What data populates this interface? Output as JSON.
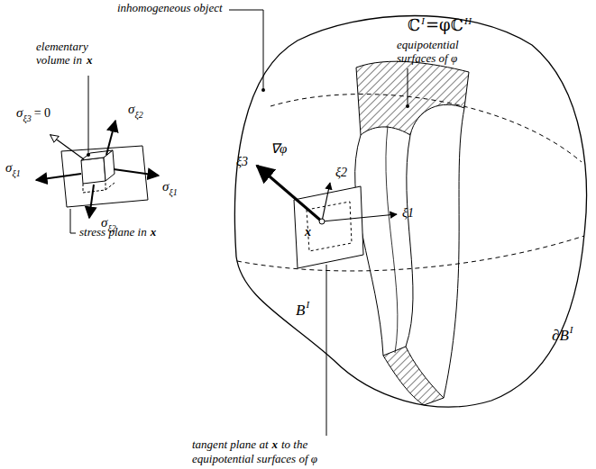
{
  "diagram": {
    "labels": [
      "inhomogeneous object",
      "ℂ",
      "I",
      "=φℂ",
      "H",
      "equipotential surfaces of φ",
      "elementary volume in",
      "x",
      "σ",
      "ξ3",
      "= 0",
      "σ",
      "ξ2",
      "σ",
      "ξ1",
      "σ",
      "ξ1",
      "σ",
      "ξ2",
      "stress plane in",
      "x",
      "∇φ",
      "ξ3",
      "ξ2",
      "ξ1",
      "x",
      "B",
      "I",
      "∂B",
      "I",
      "tangent plane at",
      "x",
      "to the",
      "equipotential surfaces of φ"
    ]
  }
}
